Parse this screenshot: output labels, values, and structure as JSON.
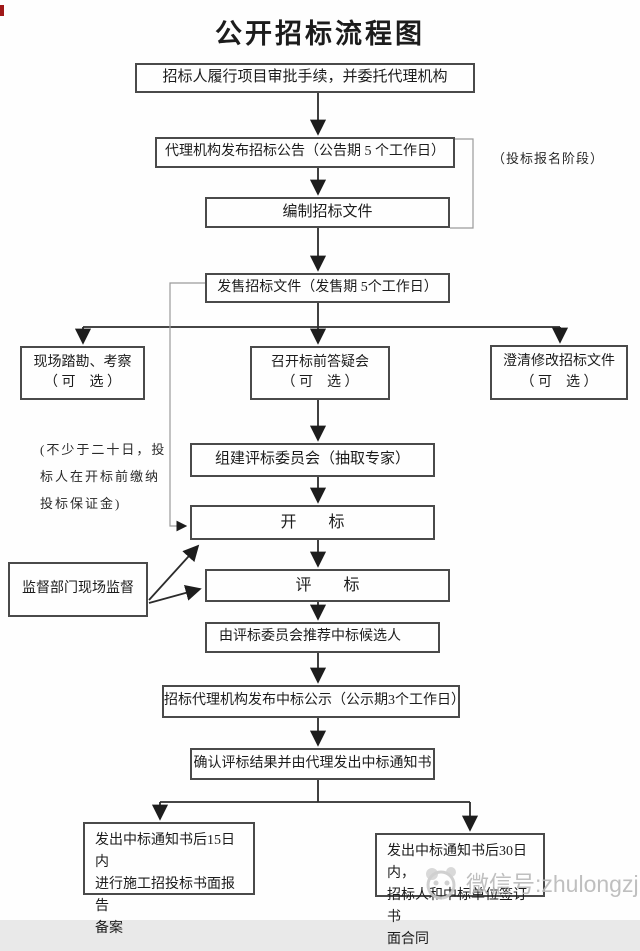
{
  "title": "公开招标流程图",
  "colors": {
    "background": "#fefefe",
    "box_border": "#4a4a4a",
    "flow_line": "#2b2b2b",
    "thin_line": "#9a9a9a",
    "watermark": "#b9b9b9",
    "artifact_red": "#a01818"
  },
  "nodes": {
    "approval": {
      "label": "招标人履行项目审批手续，并委托代理机构"
    },
    "announce": {
      "label": "代理机构发布招标公告（公告期 5 个工作日）"
    },
    "compile": {
      "label": "编制招标文件"
    },
    "sale": {
      "label": "发售招标文件（发售期 5个工作日）"
    },
    "survey": {
      "label": "现场踏勘、考察",
      "sublabel": "（ 可　选 ）"
    },
    "qa": {
      "label": "召开标前答疑会",
      "sublabel": "（ 可　选 ）"
    },
    "clarify": {
      "label": "澄清修改招标文件",
      "sublabel": "（ 可　选 ）"
    },
    "committee": {
      "label": "组建评标委员会（抽取专家）"
    },
    "open_bid": {
      "label": "开　　标"
    },
    "supervise": {
      "label": "监督部门现场监督"
    },
    "evaluate": {
      "label": "评　　标"
    },
    "recommend": {
      "label": "由评标委员会推荐中标候选人"
    },
    "publicity": {
      "label": "招标代理机构发布中标公示（公示期3个工作日）"
    },
    "confirm": {
      "label": "确认评标结果并由代理发出中标通知书"
    },
    "file_record": {
      "label": "发出中标通知书后15日内\n进行施工招投标书面报告\n备案"
    },
    "sign_contract": {
      "label": "发出中标通知书后30日内，\n招标人和中标单位签订书\n面合同"
    }
  },
  "annotations": {
    "stage_note": "（投标报名阶段）",
    "deposit_note": "(不少于二十日，投\n标人在开标前缴纳\n投标保证金)"
  },
  "watermark": {
    "icon": "zhulong-mascot-icon",
    "text": "微信号:zhulongzj"
  }
}
